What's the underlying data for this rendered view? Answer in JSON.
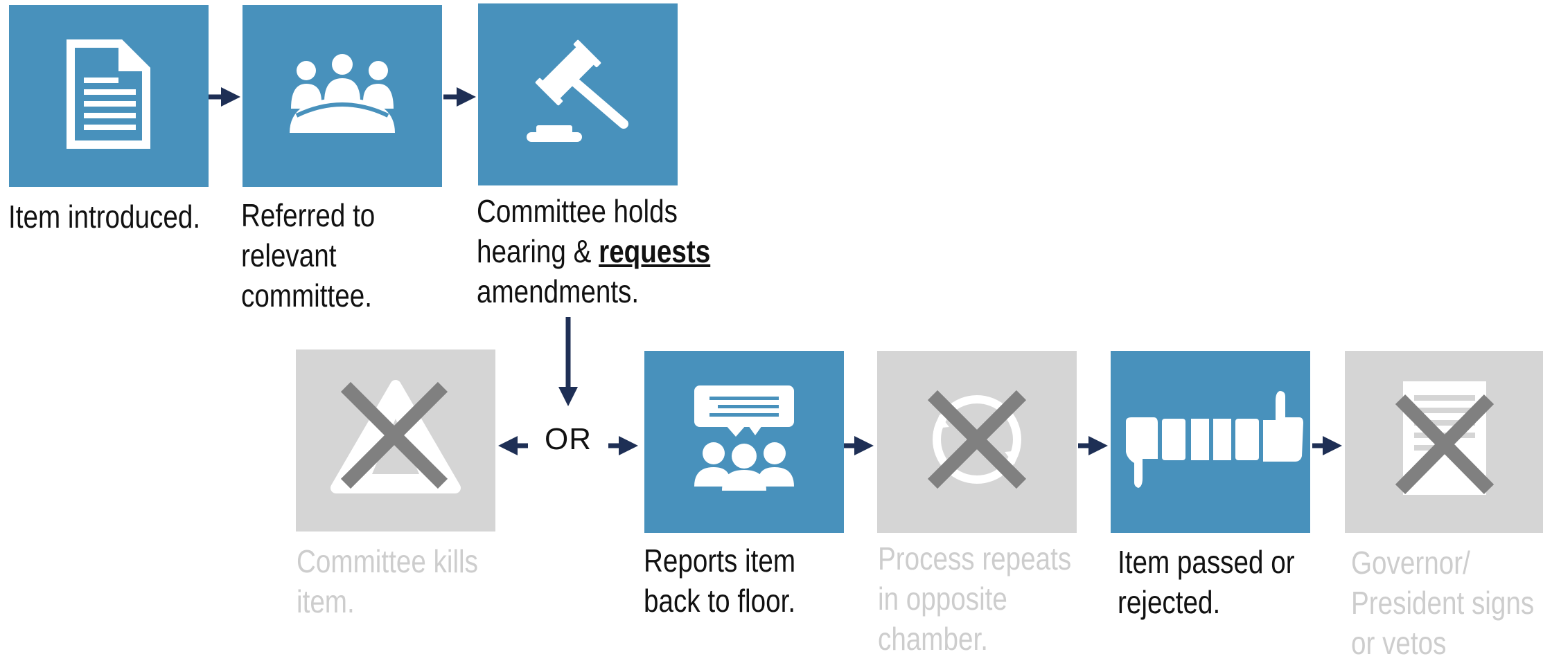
{
  "steps": [
    {
      "id": "introduced",
      "lines": [
        "Item introduced."
      ],
      "active": true,
      "icon": "document-icon"
    },
    {
      "id": "referred",
      "lines": [
        "Referred to",
        "relevant",
        "committee."
      ],
      "active": true,
      "icon": "meeting-icon"
    },
    {
      "id": "hearing",
      "line1": "Committee holds",
      "line2_pre": "hearing & ",
      "line2_emph": "requests",
      "line3": "amendments.",
      "active": true,
      "icon": "gavel-icon"
    },
    {
      "id": "kills",
      "lines": [
        "Committee kills",
        "item."
      ],
      "active": false,
      "icon": "warning-icon"
    },
    {
      "id": "reports",
      "lines": [
        "Reports item",
        "back to floor."
      ],
      "active": true,
      "icon": "discussion-icon"
    },
    {
      "id": "repeats",
      "lines": [
        "Process repeats",
        "in opposite",
        "chamber."
      ],
      "active": false,
      "icon": "cycle-icon"
    },
    {
      "id": "passed",
      "lines": [
        "Item passed or",
        "rejected."
      ],
      "active": true,
      "icon": "vote-thumbs-icon"
    },
    {
      "id": "governor",
      "lines": [
        "Governor/",
        "President signs",
        "or vetos"
      ],
      "active": false,
      "icon": "signed-document-icon"
    }
  ],
  "branch_label": "OR",
  "colors": {
    "active_tile": "#4891bc",
    "inactive_tile": "#d5d5d5",
    "arrow": "#1e2f55",
    "cross": "#808080"
  }
}
